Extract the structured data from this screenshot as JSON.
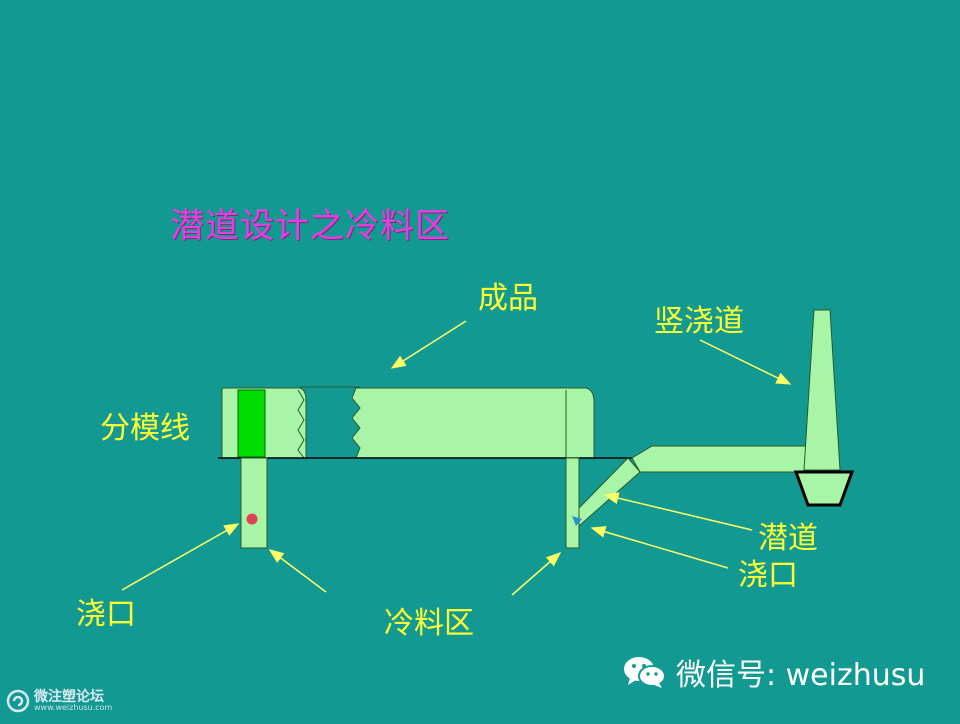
{
  "title": "潜道设计之冷料区",
  "labels": {
    "product": "成品",
    "sprue": "竖浇道",
    "parting_line": "分模线",
    "sub_gate": "潜道",
    "gate_right": "浇口",
    "gate_left": "浇口",
    "cold_slug": "冷料区"
  },
  "watermark": {
    "wechat": "微信号: weizhusu",
    "forum_name": "微注塑论坛",
    "forum_url": "www.weizhusu.com"
  },
  "colors": {
    "background": "#129a92",
    "part_fill": "#a8f5a8",
    "gate_marker": "#00dd00",
    "label_text": "#ffff33",
    "title_text": "#e040e0",
    "arrow": "#ffff66",
    "outline": "#000000"
  }
}
